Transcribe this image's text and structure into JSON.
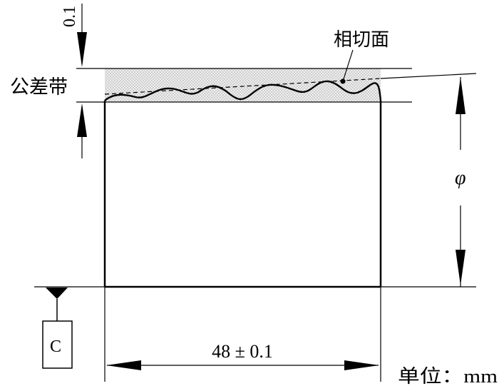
{
  "labels": {
    "tolerance_value": "0.1",
    "tolerance_zone": "公差带",
    "tangent_plane": "相切面",
    "phi": "φ",
    "datum": "C",
    "width_dimension": "48 ± 0.1",
    "unit": "单位：mm"
  },
  "colors": {
    "line": "#000000",
    "zone_fill": "#eeeeee",
    "zone_dots": "#777777"
  }
}
